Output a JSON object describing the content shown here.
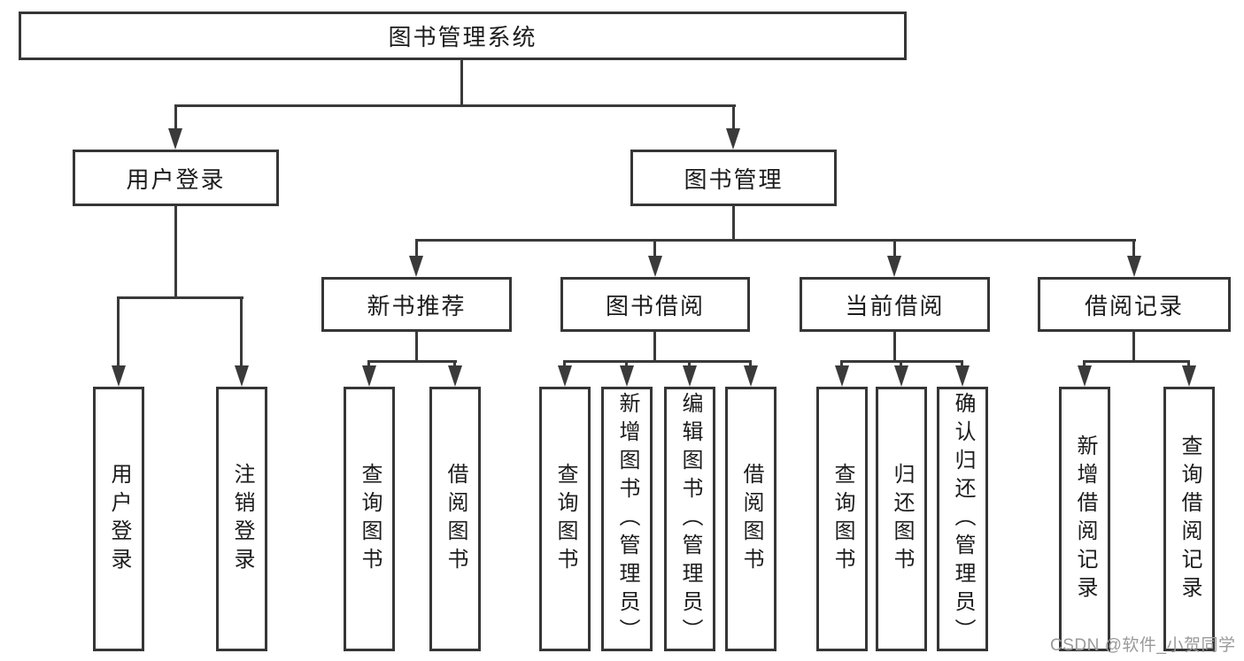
{
  "diagram": {
    "root": {
      "label": "图书管理系统"
    },
    "level2": {
      "login": {
        "label": "用户登录"
      },
      "management": {
        "label": "图书管理"
      }
    },
    "level3": {
      "new_book": {
        "label": "新书推荐"
      },
      "borrow": {
        "label": "图书借阅"
      },
      "current": {
        "label": "当前借阅"
      },
      "records": {
        "label": "借阅记录"
      }
    },
    "leaves": {
      "login": [
        "用户登录",
        "注销登录"
      ],
      "new_book": [
        "查询图书",
        "借阅图书"
      ],
      "borrow": [
        "查询图书",
        "新增图书（管理员）",
        "编辑图书（管理员）",
        "借阅图书"
      ],
      "current": [
        "查询图书",
        "归还图书",
        "确认归还（管理员）"
      ],
      "records": [
        "新增借阅记录",
        "查询借阅记录"
      ]
    }
  },
  "watermark": "CSDN @软件_小贺同学",
  "colors": {
    "background": "#ffffff",
    "border": "#363636",
    "line": "#3a3a3a",
    "text": "#1c1c1c",
    "watermark": "#9a9a9a"
  }
}
